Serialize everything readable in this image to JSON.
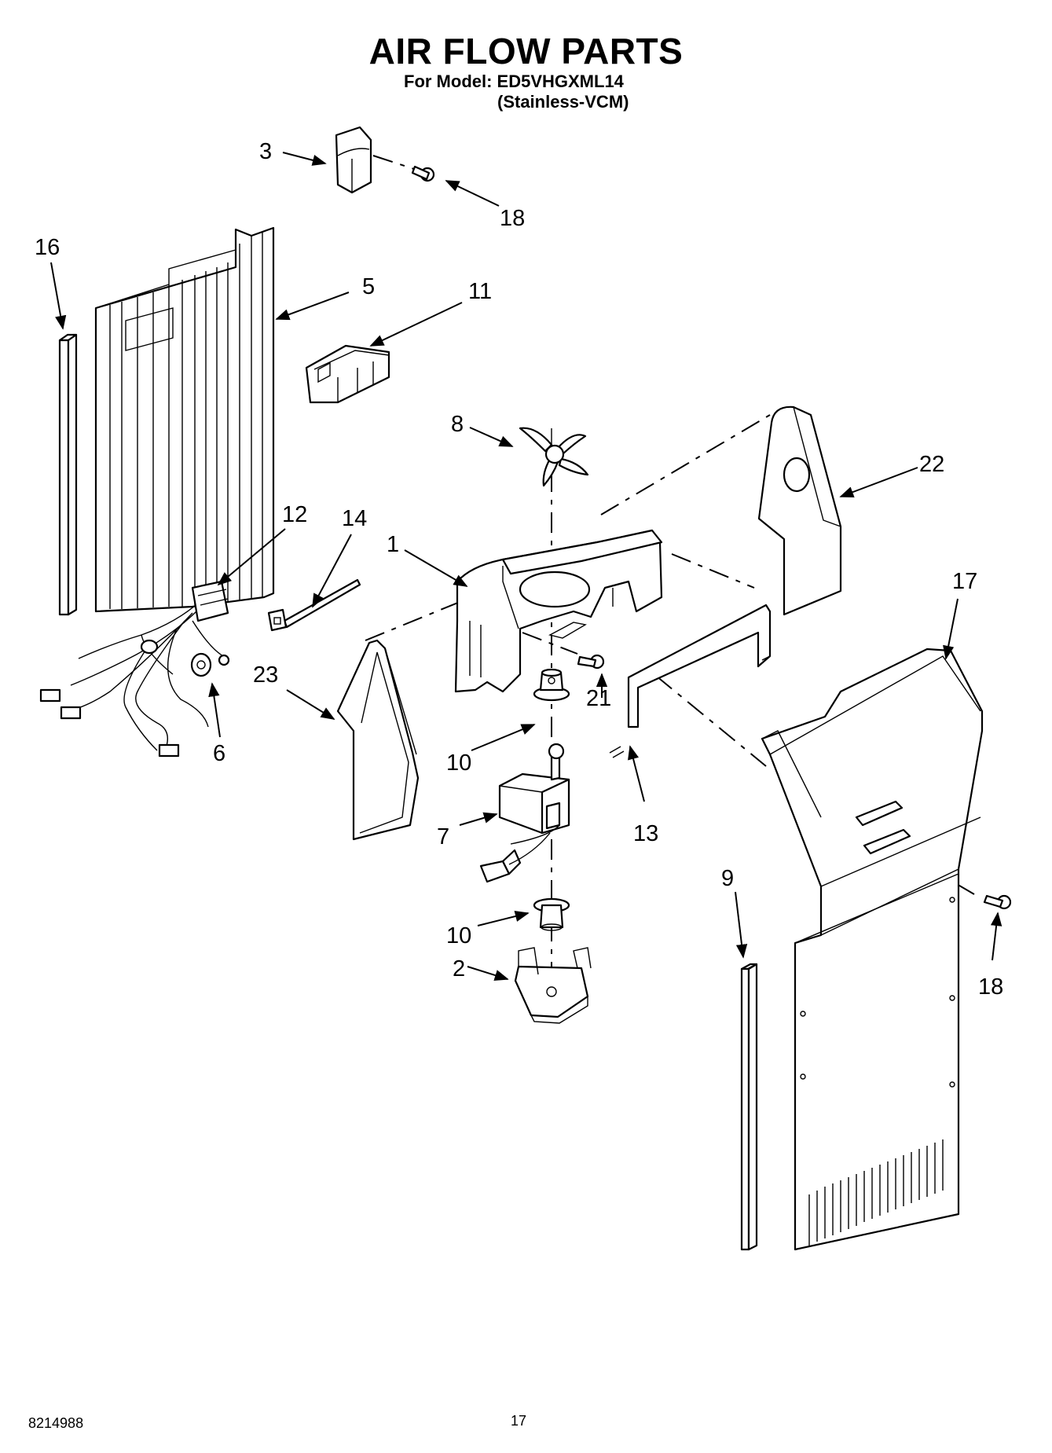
{
  "header": {
    "title": "AIR FLOW PARTS",
    "model_line": "For Model: ED5VHGXML14",
    "variant_line": "(Stainless-VCM)"
  },
  "callouts": {
    "c1": "1",
    "c2": "2",
    "c3": "3",
    "c5": "5",
    "c6": "6",
    "c7": "7",
    "c8": "8",
    "c9": "9",
    "c10a": "10",
    "c10b": "10",
    "c11": "11",
    "c12": "12",
    "c13": "13",
    "c14": "14",
    "c16": "16",
    "c17": "17",
    "c18a": "18",
    "c18b": "18",
    "c21": "21",
    "c22": "22",
    "c23": "23"
  },
  "footer": {
    "doc_number": "8214988",
    "page_number": "17"
  }
}
